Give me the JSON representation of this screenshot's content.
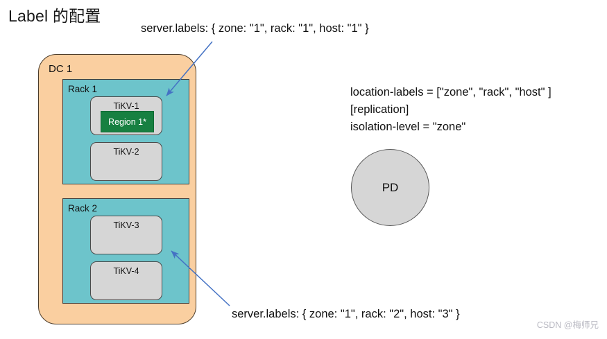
{
  "page": {
    "title": "Label 的配置",
    "watermark": "CSDN @梅师兄"
  },
  "callouts": {
    "top": "server.labels: { zone: \"1\", rack: \"1\", host: \"1\" }",
    "bottom": "server.labels: { zone: \"1\", rack: \"2\", host: \"3\" }"
  },
  "config": {
    "line1": "location-labels = [\"zone\", \"rack\", \"host\" ]",
    "line2": "[replication]",
    "line3": "isolation-level = \"zone\""
  },
  "datacenter": {
    "label": "DC 1",
    "racks": [
      {
        "label": "Rack 1",
        "nodes": [
          {
            "label": "TiKV-1",
            "region": "Region 1*"
          },
          {
            "label": "TiKV-2",
            "region": null
          }
        ]
      },
      {
        "label": "Rack 2",
        "nodes": [
          {
            "label": "TiKV-3",
            "region": null
          },
          {
            "label": "TiKV-4",
            "region": null
          }
        ]
      }
    ]
  },
  "pd": {
    "label": "PD"
  },
  "colors": {
    "datacenter_fill": "#FACFA0",
    "rack_fill": "#6DC4CB",
    "node_fill": "#D6D6D6",
    "region_fill": "#178041",
    "arrow_stroke": "#4472C4",
    "watermark_text": "#b9b9c2"
  }
}
